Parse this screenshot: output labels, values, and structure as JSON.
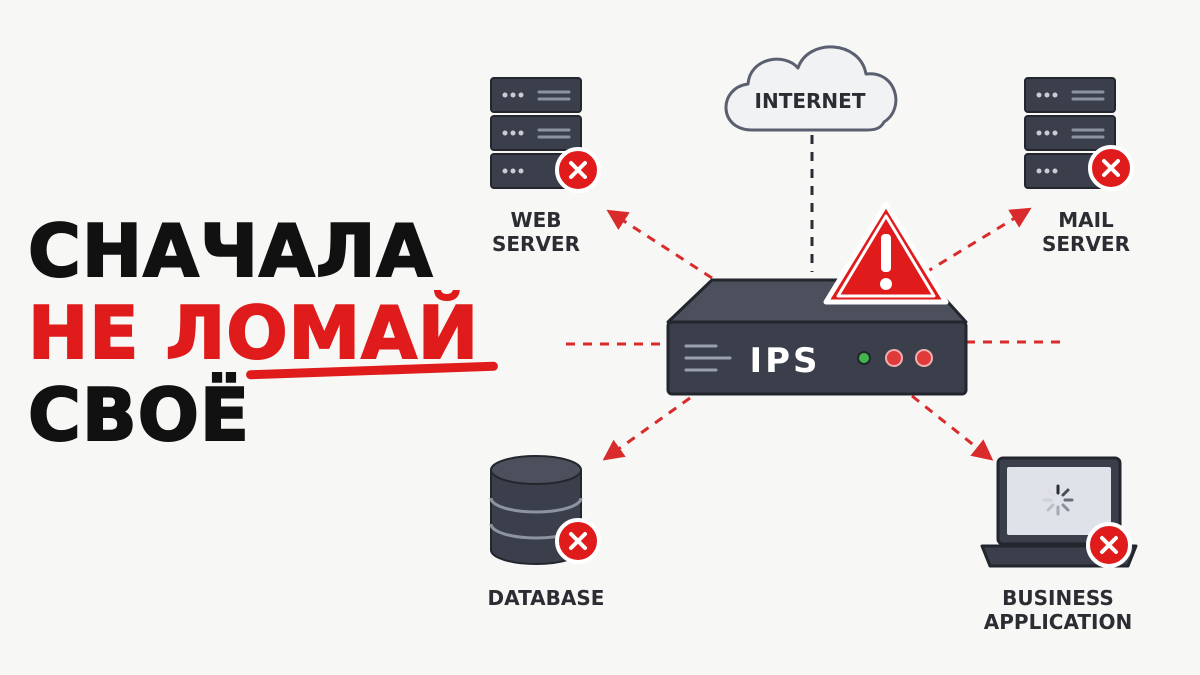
{
  "headline": {
    "line1": "СНАЧАЛА",
    "line2_plain": "НЕ",
    "line2_emphasis": "ЛОМАЙ",
    "line3": "СВОЁ"
  },
  "nodes": {
    "internet": "INTERNET",
    "ips": "IPS",
    "web_server": [
      "WEB",
      "SERVER"
    ],
    "mail_server": [
      "MAIL",
      "SERVER"
    ],
    "database": "DATABASE",
    "business_application": [
      "BUSINESS",
      "APPLICATION"
    ]
  },
  "status": {
    "web_server": "error",
    "mail_server": "error",
    "database": "error",
    "business_application": "error",
    "ips": "warning"
  },
  "icons": {
    "internet": "cloud-icon",
    "ips": "network-appliance-icon",
    "web_server": "server-rack-icon",
    "mail_server": "server-rack-icon",
    "database": "database-icon",
    "business_application": "laptop-icon",
    "error": "error-x-icon",
    "warning": "warning-triangle-icon",
    "loading": "loading-spinner-icon"
  },
  "colors": {
    "accent_red": "#e01b1b",
    "dark_device": "#3a3f4b",
    "text_dark": "#111111",
    "background": "#f7f7f5"
  }
}
